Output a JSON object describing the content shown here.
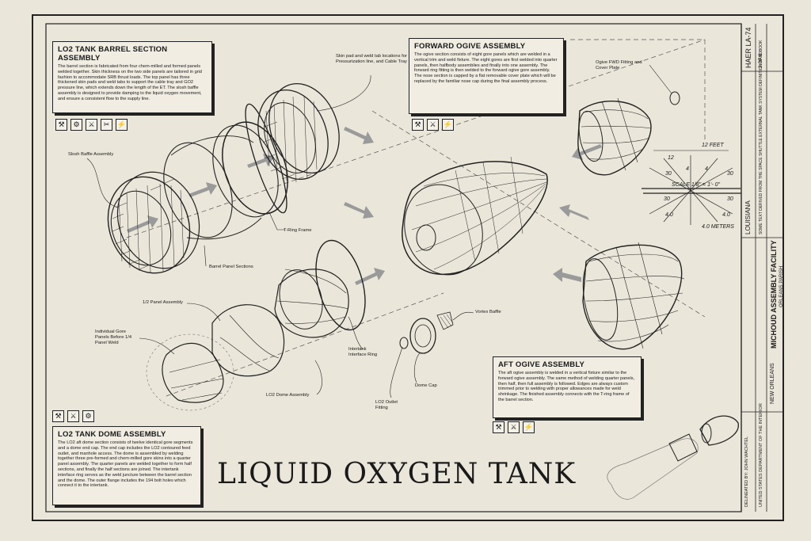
{
  "title": "LIQUID OXYGEN TANK",
  "boxes": {
    "barrel": {
      "title": "LO2 TANK BARREL SECTION ASSEMBLY",
      "text": "The barrel section is fabricated from four chem-milled and formed panels welded together. Skin thickness on the two side panels are tailored in grid fashion to accommodate SRB thrust loads. The top panel has three thickened skin pads and weld tabs to support the cable tray and GO2 pressure line, which extends down the length of the ET. The slosh baffle assembly is designed to provide damping to the liquid oxygen movement, and ensure a consistent flow to the supply line."
    },
    "forward": {
      "title": "FORWARD OGIVE ASSEMBLY",
      "text": "The ogive section consists of eight gore panels which are welded in a vertical trim and weld fixture. The eight gores are first welded into quarter panels, then halfbody assemblies and finally into one assembly. The forward ring fitting is then welded to the forward ogive gore assembly. The nose section is capped by a flat removable cover plate which will be replaced by the familiar nose cap during the final assembly process."
    },
    "aft": {
      "title": "AFT OGIVE ASSEMBLY",
      "text": "The aft ogive assembly is welded in a vertical fixture similar to the forward ogive assembly. The same method of welding quarter panels, then half, then full assembly is followed. Edges are always custom trimmed prior to welding with proper allowances made for weld shrinkage. The finished assembly connects with the T-ring frame of the barrel section."
    },
    "dome": {
      "title": "LO2 TANK DOME ASSEMBLY",
      "text": "The LO2 aft dome section consists of twelve identical gore segments and a dome end cap. The end cap includes the LO2 contoured feed outlet, and manhole access. The dome is assembled by welding together three pre-formed and chem-milled gore skins into a quarter panel assembly. The quarter panels are welded together to form half sections, and finally the half sections are joined. The intertank interface ring serves as the weld juncture between the barrel section and the dome. The outer flange includes the 194 bolt holes which connect it to the intertank."
    }
  },
  "callouts": {
    "skin_pad": "Skin pad and weld tab locations for Pressurization line, and Cable Tray",
    "slosh": "Slosh Baffle Assembly",
    "t_ring": "T-Ring Frame",
    "barrel_panels": "Barrel Panel Sections",
    "ogive_fitting": "Ogive FWD Fitting and Cover Plate",
    "half_panel": "1/2 Panel Assembly",
    "gore": "Individual Gore Panels Before 1/4 Panel Weld",
    "intertank": "Intertank Interface Ring",
    "dome_asm": "LO2 Dome Assembly",
    "outlet": "LO2 Outlet Fitting",
    "dome_cap": "Dome Cap",
    "vortex": "Vortex Baffle"
  },
  "scale": {
    "feet_label": "FEET",
    "meters_label": "METERS",
    "scale_text": "SCALE  1/8\" = 1'- 0\"",
    "feet_ticks": [
      "12",
      "4",
      "4",
      "12"
    ],
    "feet_side": [
      "30",
      "30"
    ],
    "meter_ticks": [
      "4.0",
      "4.0"
    ],
    "meter_side": [
      "30",
      "30"
    ],
    "meter_value": "4.0"
  },
  "title_block": {
    "facility": "MICHOUD ASSEMBLY FACILITY",
    "parish": "ORLEANS PARISH",
    "city": "NEW ORLEANS",
    "state": "LOUISIANA",
    "haer": "HAER LA-74",
    "sheet": "2 OF 8",
    "delineator": "DELINEATED BY: JOHN WACHTEL",
    "note": "SOME TEXT DERIVED FROM THE SPACE SHUTTLE EXTERNAL TANK SYSTEM DEFINITION HANDBOOK",
    "agency": "UNITED STATES DEPARTMENT OF THE INTERIOR"
  },
  "colors": {
    "paper": "#ebe6da",
    "ink": "#1a1a1a",
    "arrow": "#9a9a9a"
  }
}
